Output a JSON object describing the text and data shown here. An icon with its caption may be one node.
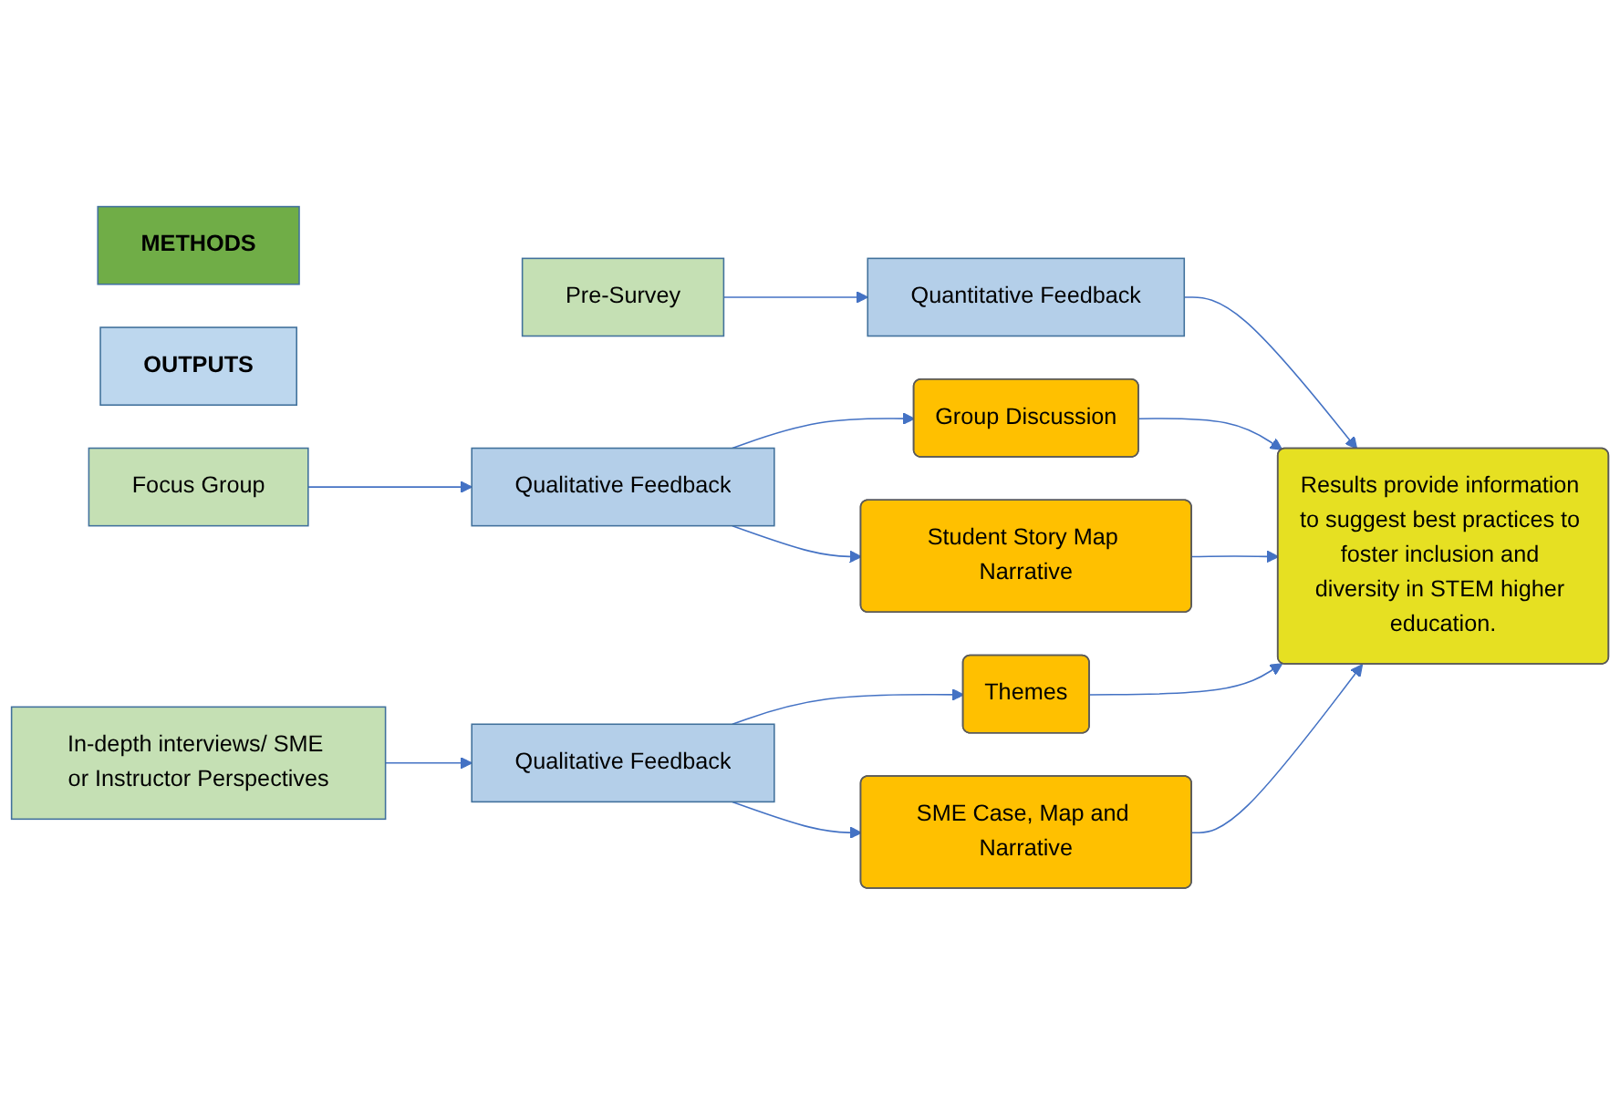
{
  "diagram": {
    "nodes": [
      {
        "text": [
          "METHODS"
        ]
      },
      {
        "text": [
          "OUTPUTS"
        ]
      },
      {
        "text": [
          "Pre-Survey"
        ]
      },
      {
        "text": [
          "Quantitative Feedback"
        ]
      },
      {
        "text": [
          "Focus Group"
        ]
      },
      {
        "text": [
          "Qualitative Feedback"
        ]
      },
      {
        "text": [
          "Group Discussion"
        ]
      },
      {
        "text": [
          "Student Story Map Narrative"
        ]
      },
      {
        "text": [
          "In-depth interviews/ SME or Instructor Perspectives"
        ]
      },
      {
        "text": [
          "Qualitative Feedback"
        ]
      },
      {
        "text": [
          "Themes"
        ]
      },
      {
        "text": [
          "SME Case, Map and Narrative"
        ]
      },
      {
        "text": [
          "Results provide information to suggest best practices to foster inclusion and diversity in STEM higher education."
        ]
      }
    ],
    "edges": [
      {
        "from": 2,
        "to": 3,
        "arrow": "to"
      },
      {
        "from": 4,
        "to": 5,
        "arrow": "to"
      },
      {
        "from": 5,
        "to": 6,
        "arrow": "to"
      },
      {
        "from": 5,
        "to": 7,
        "arrow": "to"
      },
      {
        "from": 8,
        "to": 9,
        "arrow": "to"
      },
      {
        "from": 9,
        "to": 10,
        "arrow": "to"
      },
      {
        "from": 9,
        "to": 11,
        "arrow": "to"
      },
      {
        "from": 3,
        "to": 12,
        "arrow": "to"
      },
      {
        "from": 6,
        "to": 12,
        "arrow": "to"
      },
      {
        "from": 7,
        "to": 12,
        "arrow": "to"
      },
      {
        "from": 10,
        "to": 12,
        "arrow": "to"
      },
      {
        "from": 11,
        "to": 12,
        "arrow": "to"
      }
    ]
  }
}
